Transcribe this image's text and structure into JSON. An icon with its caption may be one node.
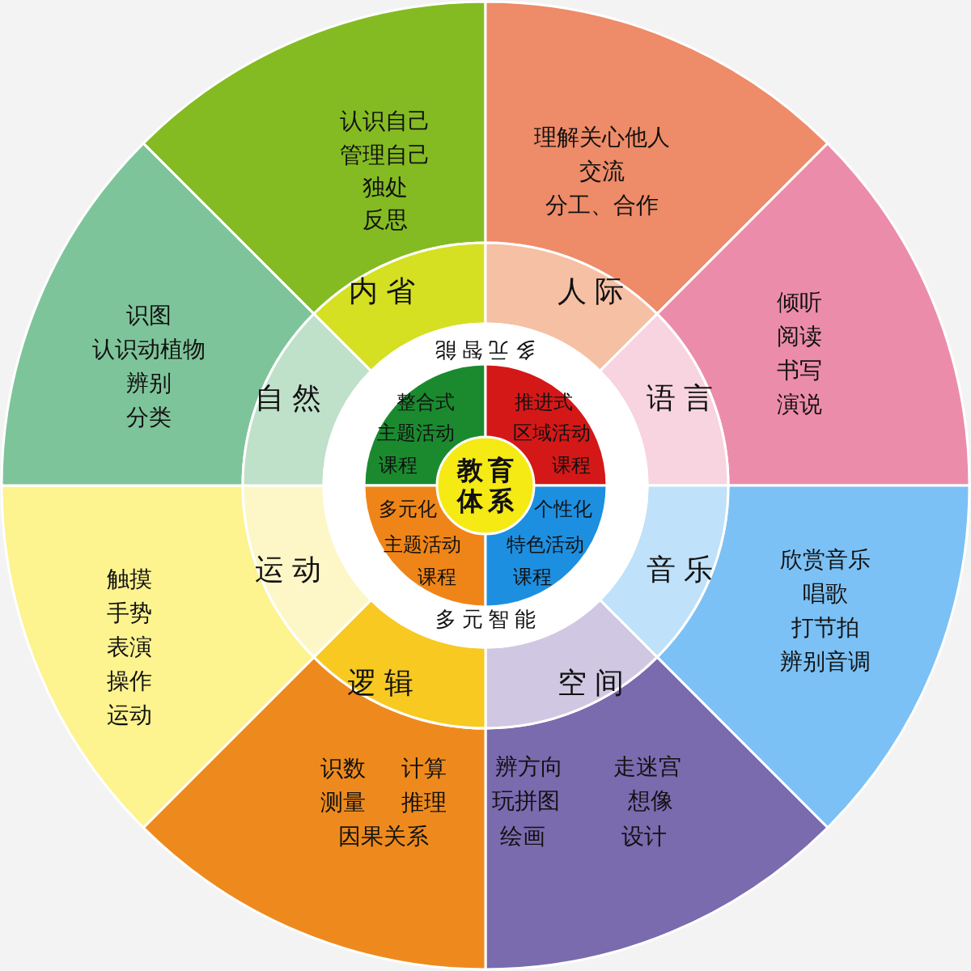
{
  "diagram": {
    "nodes": [
      {
        "text": [
          "教育体系"
        ],
        "in": 5
      },
      {
        "text": [
          "整合式",
          "主题活动",
          "课程"
        ],
        "in": 5
      },
      {
        "text": [
          "推进式",
          "区域活动",
          "课程"
        ],
        "in": 5
      },
      {
        "text": [
          "多元化",
          "主题活动",
          "课程"
        ],
        "in": 5
      },
      {
        "text": [
          "个性化",
          "特色活动",
          "课程"
        ],
        "in": 5
      },
      {
        "text": [
          "多元智能",
          "多元智能"
        ]
      },
      {
        "text": [
          "内省"
        ]
      },
      {
        "text": [
          "人际"
        ]
      },
      {
        "text": [
          "语言"
        ]
      },
      {
        "text": [
          "音乐"
        ]
      },
      {
        "text": [
          "空间"
        ]
      },
      {
        "text": [
          "逻辑"
        ]
      },
      {
        "text": [
          "运动"
        ]
      },
      {
        "text": [
          "自然"
        ]
      },
      {
        "text": [
          "认识自己",
          "管理自己",
          "独处",
          "反思"
        ]
      },
      {
        "text": [
          "理解关心他人",
          "交流",
          "分工、合作"
        ]
      },
      {
        "text": [
          "倾听",
          "阅读",
          "书写",
          "演说"
        ]
      },
      {
        "text": [
          "欣赏音乐",
          "唱歌",
          "打节拍",
          "辨别音调"
        ]
      },
      {
        "text": [
          "辨方向",
          "走迷宫",
          "玩拼图",
          "想像",
          "绘画",
          "设计"
        ]
      },
      {
        "text": [
          "识数",
          "计算",
          "测量",
          "推理",
          "因果关系"
        ]
      },
      {
        "text": [
          "触摸",
          "手势",
          "表演",
          "操作",
          "运动"
        ]
      },
      {
        "text": [
          "识图",
          "认识动植物",
          "辨别",
          "分类"
        ]
      }
    ]
  }
}
